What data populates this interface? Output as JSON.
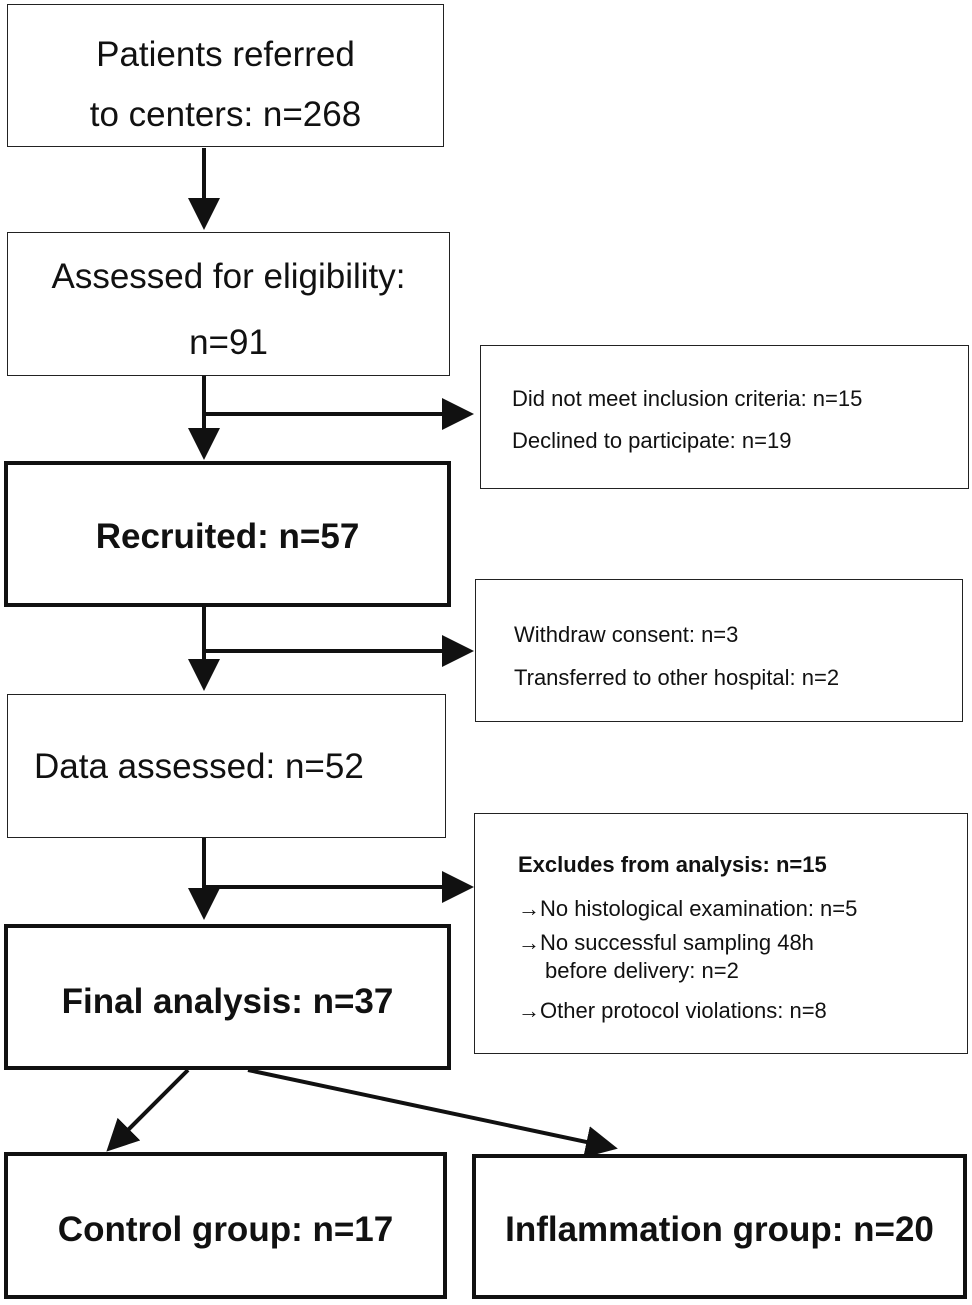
{
  "flow": {
    "referred": {
      "line1": "Patients referred",
      "line2": "to centers: n=268"
    },
    "assessed": {
      "line1": "Assessed for eligibility:",
      "line2": "n=91"
    },
    "exclusion1": {
      "line1": "Did not meet inclusion criteria: n=15",
      "line2": "Declined to participate: n=19"
    },
    "recruited": {
      "label": "Recruited: n=57"
    },
    "exclusion2": {
      "line1": "Withdraw consent: n=3",
      "line2": "Transferred to other hospital: n=2"
    },
    "data_assessed": {
      "label": "Data assessed: n=52"
    },
    "exclusion3": {
      "title": "Excludes from analysis: n=15",
      "item1": "No histological examination: n=5",
      "item2a": "No successful sampling 48h",
      "item2b": "before delivery: n=2",
      "item3": "Other protocol violations: n=8",
      "bullet": "→"
    },
    "final": {
      "label": "Final analysis: n=37"
    },
    "control": {
      "label": "Control group: n=17"
    },
    "inflammation": {
      "label": "Inflammation group: n=20"
    }
  }
}
